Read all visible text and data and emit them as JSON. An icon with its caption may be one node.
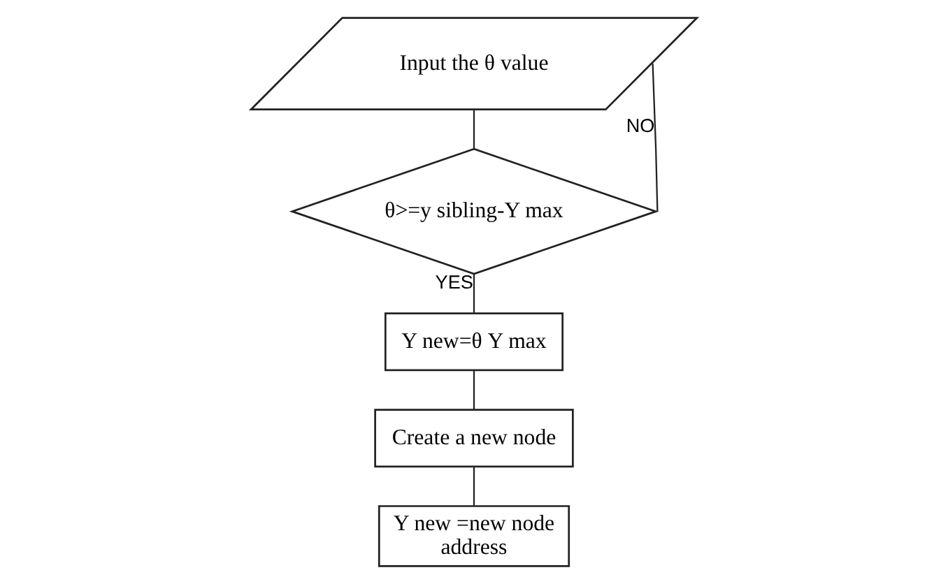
{
  "diagram": {
    "nodes": [
      {
        "text": [
          "Input the θ value"
        ]
      },
      {
        "text": [
          "θ>=y sibling-Y max"
        ]
      },
      {
        "text": [
          "Y new=θ Y max"
        ]
      },
      {
        "text": [
          "Create a new node"
        ]
      },
      {
        "text": [
          "Y new =new node address"
        ]
      }
    ],
    "edges": [
      {
        "from": 0,
        "to": 1,
        "arrow": "none"
      },
      {
        "from": 1,
        "to": 2,
        "arrow": "none",
        "label": "YES"
      },
      {
        "from": 2,
        "to": 3,
        "arrow": "none"
      },
      {
        "from": 3,
        "to": 4,
        "arrow": "none"
      },
      {
        "from": 1,
        "to": 0,
        "arrow": "none",
        "label": "NO"
      }
    ]
  }
}
